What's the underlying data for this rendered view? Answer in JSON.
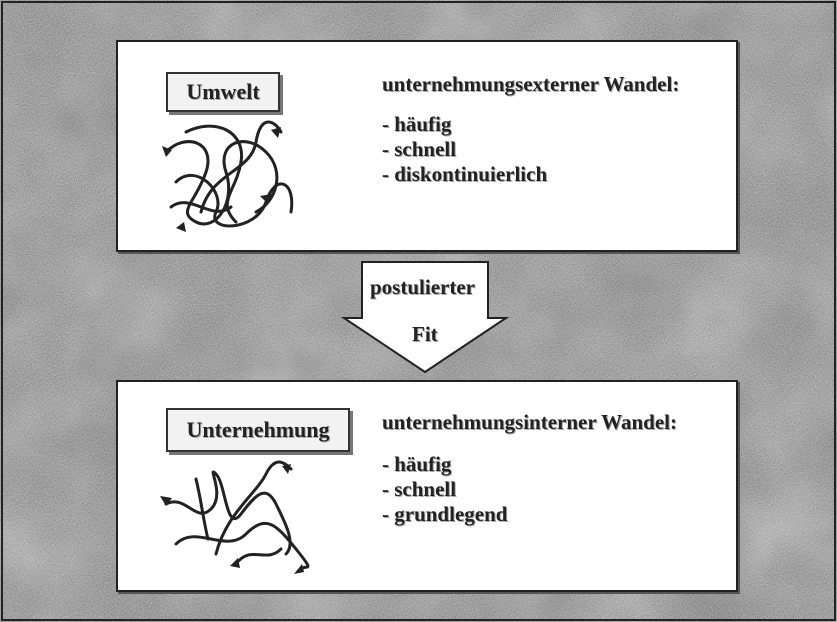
{
  "top_panel": {
    "label": "Umwelt",
    "heading": "unternehmungsexterner Wandel:",
    "items": [
      "häufig",
      "schnell",
      "diskontinuierlich"
    ]
  },
  "arrow": {
    "line1": "postulierter",
    "line2": "Fit"
  },
  "bottom_panel": {
    "label": "Unternehmung",
    "heading": "unternehmungsinterner Wandel:",
    "items": [
      "häufig",
      "schnell",
      "grundlegend"
    ]
  },
  "colors": {
    "background_texture": "#7a7a7a",
    "panel": "#ffffff",
    "text": "#222222"
  }
}
